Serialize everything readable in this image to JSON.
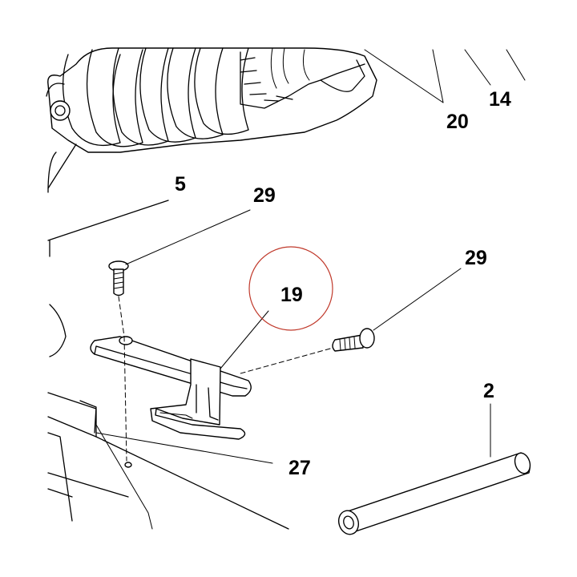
{
  "diagram": {
    "callouts": {
      "c20": "20",
      "c14": "14",
      "c5": "5",
      "c29a": "29",
      "c29b": "29",
      "c19": "19",
      "c2": "2",
      "c27": "27"
    },
    "highlight_color": "#c0392b",
    "line_color": "#000000"
  }
}
